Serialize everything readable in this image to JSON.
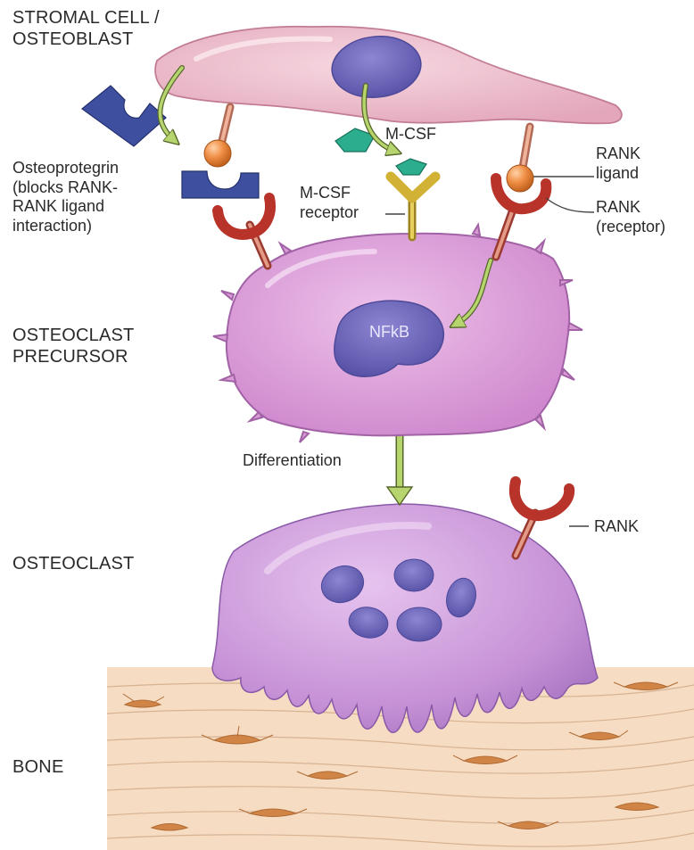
{
  "labels": {
    "stromal": "STROMAL CELL /\nOSTEOBLAST",
    "precursor": "OSTEOCLAST\nPRECURSOR",
    "osteoclast": "OSTEOCLAST",
    "bone": "BONE",
    "osteoprotegrin": "Osteoprotegrin\n(blocks RANK-\nRANK ligand\ninteraction)",
    "mcsf": "M-CSF",
    "mcsf_receptor": "M-CSF\nreceptor",
    "rank_ligand": "RANK\nligand",
    "rank_receptor": "RANK\n(receptor)",
    "nfkb": "NFkB",
    "differentiation": "Differentiation",
    "rank": "RANK"
  },
  "colors": {
    "stromal_cell": "#e9b5c5",
    "precursor_cell": "#d89ad4",
    "osteoclast_cell": "#c98fd3",
    "nucleus": "#6a63b5",
    "opg": "#3f4fa0",
    "mcsf": "#2cae8e",
    "mcsf_receptor": "#d2b234",
    "rank": "#b8342a",
    "rank_ligand": "#ee8a3c",
    "arrow": "#b7d56e",
    "bone": "#f5dcc3",
    "osteocyte": "#d5894c"
  }
}
